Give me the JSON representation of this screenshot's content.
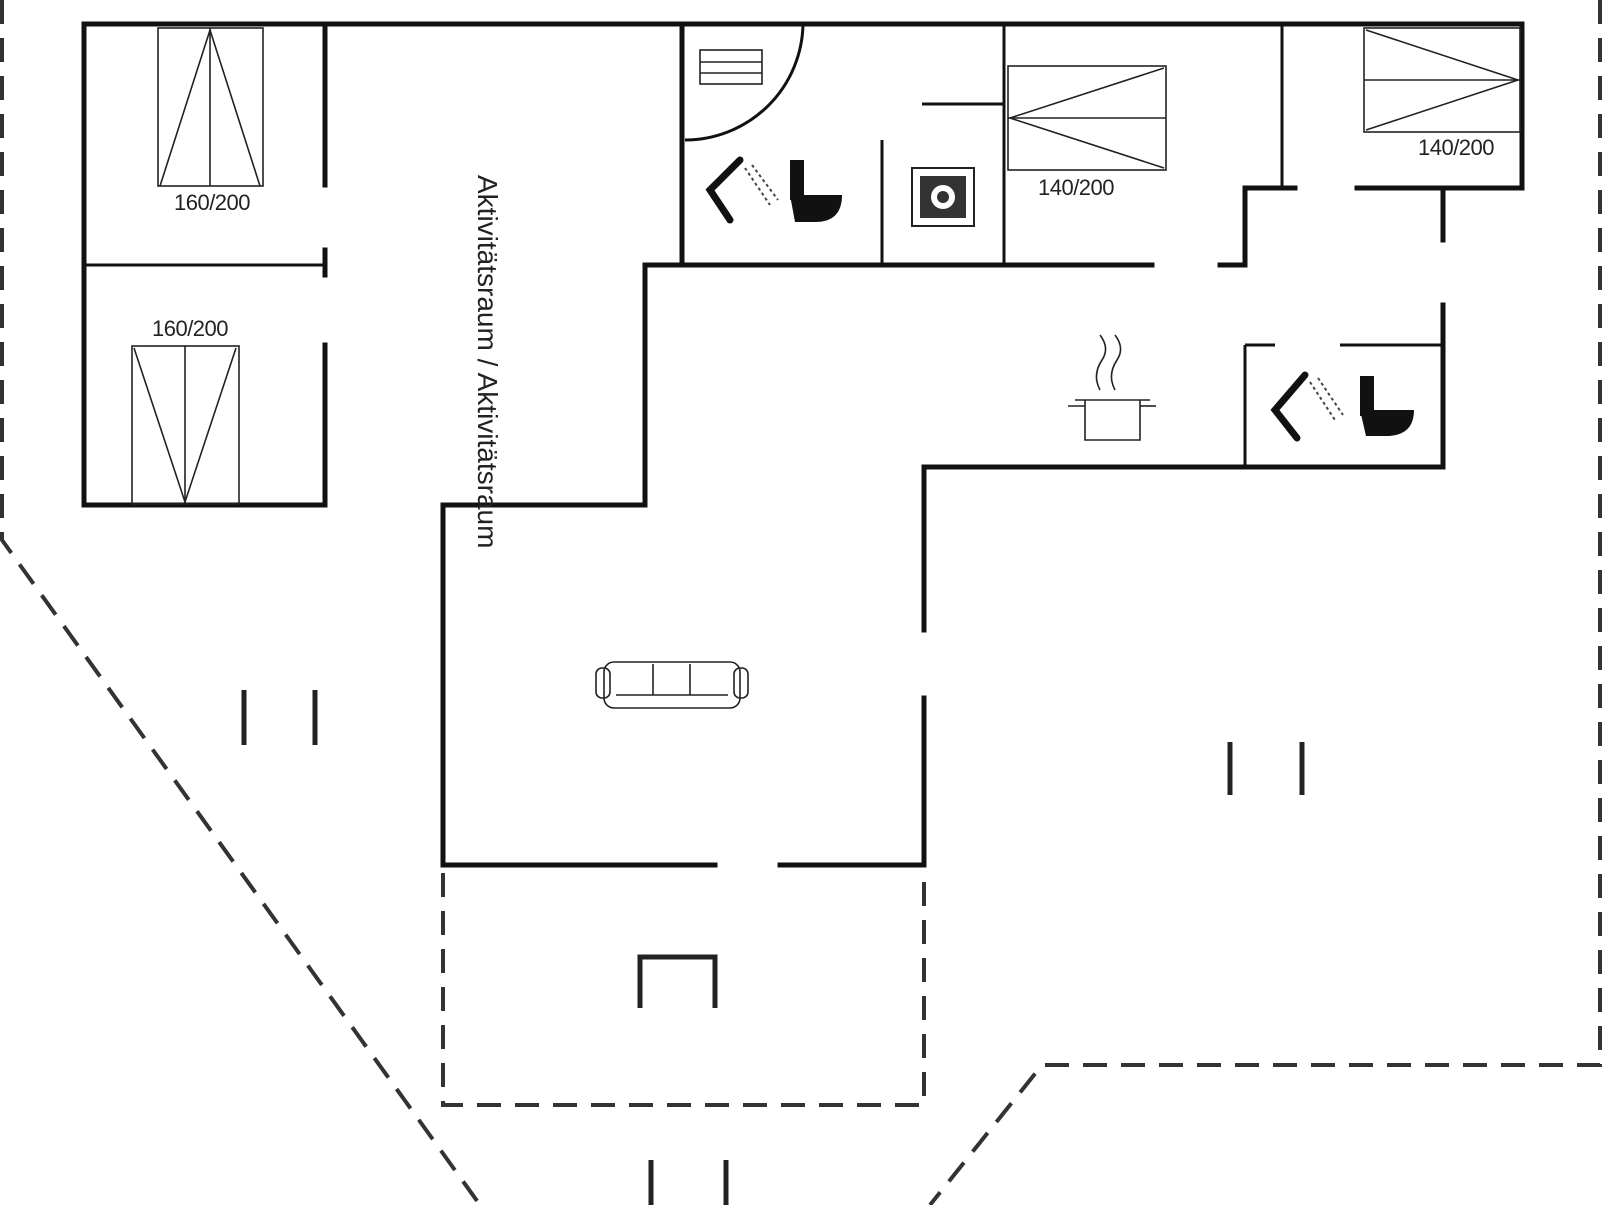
{
  "rooms": {
    "activity_room": "Aktivitätsraum / Aktivitätsraum"
  },
  "beds": {
    "bed_1": "160/200",
    "bed_2": "160/200",
    "bed_3": "140/200",
    "bed_4": "140/200"
  },
  "icons": [
    "sauna-icon",
    "shower-icon",
    "toilet-icon",
    "washing-machine-icon",
    "stove-icon",
    "sofa-icon",
    "fireplace-icon"
  ]
}
